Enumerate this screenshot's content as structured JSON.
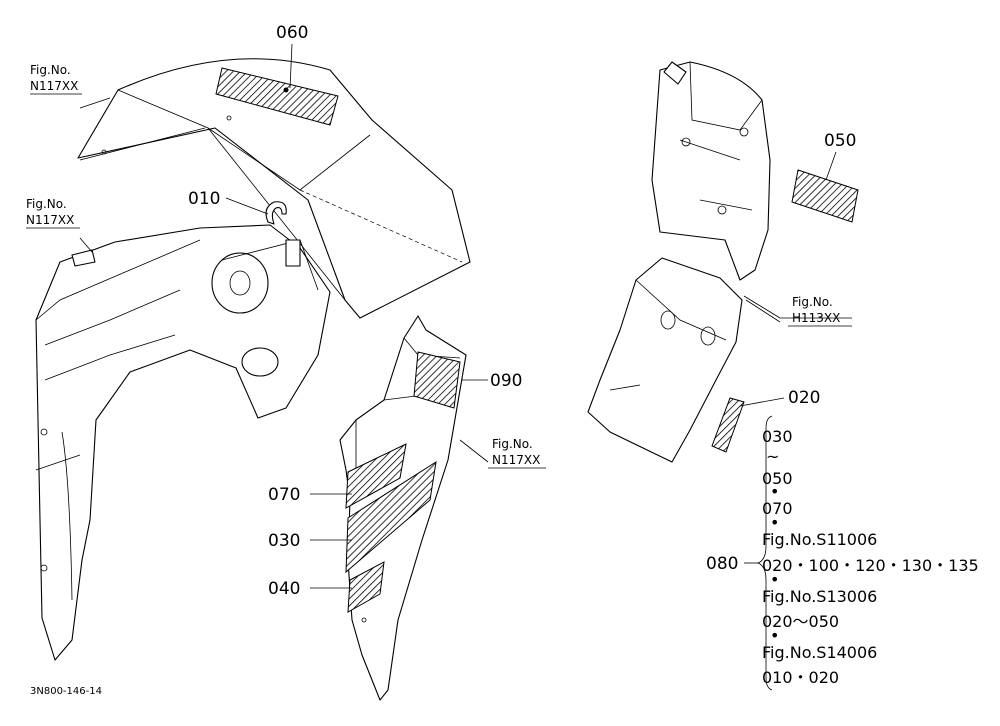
{
  "labels": {
    "p060": "060",
    "p010": "010",
    "p090": "090",
    "p070": "070",
    "p030": "030",
    "p040": "040",
    "p050": "050",
    "p020": "020",
    "p080": "080"
  },
  "figrefs": {
    "fig_label": "Fig.No.",
    "top_left": "N117XX",
    "mid_left": "N117XX",
    "center": "N117XX",
    "right": "H113XX"
  },
  "bracket_list": [
    "030",
    "~",
    "050",
    "•",
    "070",
    "•",
    "Fig.No.S11006",
    "020・100・120・130・135",
    "•",
    "Fig.No.S13006",
    "020～050",
    "•",
    "Fig.No.S14006",
    "010・020"
  ],
  "footer": "3N800-146-14"
}
